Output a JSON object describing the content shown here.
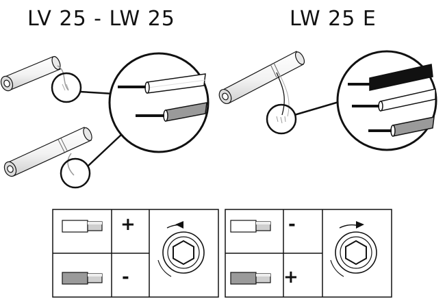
{
  "titles": {
    "left": "LV 25 - LW 25",
    "right": "LW 25 E"
  },
  "tables": {
    "left": {
      "row1_sign": "+",
      "row2_sign": "-",
      "rotation": "counter-clockwise"
    },
    "right": {
      "row1_sign": "-",
      "row2_sign": "+",
      "rotation": "clockwise"
    }
  },
  "colors": {
    "line": "#111111",
    "white_wire": "#ffffff",
    "grey_wire": "#9a9a9a",
    "black_wire": "#111111"
  }
}
